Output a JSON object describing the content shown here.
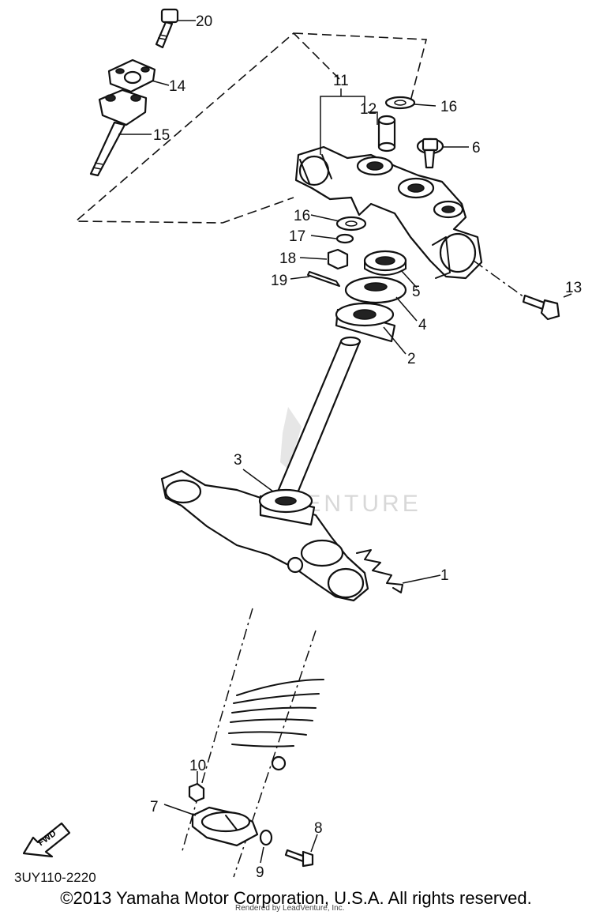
{
  "diagram": {
    "labels": {
      "p1": "1",
      "p2": "2",
      "p3": "3",
      "p4": "4",
      "p5": "5",
      "p6": "6",
      "p7": "7",
      "p8": "8",
      "p9": "9",
      "p10": "10",
      "p11": "11",
      "p12": "12",
      "p13": "13",
      "p14": "14",
      "p15": "15",
      "p16a": "16",
      "p16b": "16",
      "p17": "17",
      "p18": "18",
      "p19": "19",
      "p20": "20"
    },
    "fwd_label": "FWD",
    "ref_code": "3UY110-2220",
    "watermark": "LEADVENTURE"
  },
  "footer": {
    "copyright": "©2013 Yamaha Motor Corporation, U.S.A. All rights reserved.",
    "rendered_by": "Rendered by LeadVenture, Inc."
  }
}
